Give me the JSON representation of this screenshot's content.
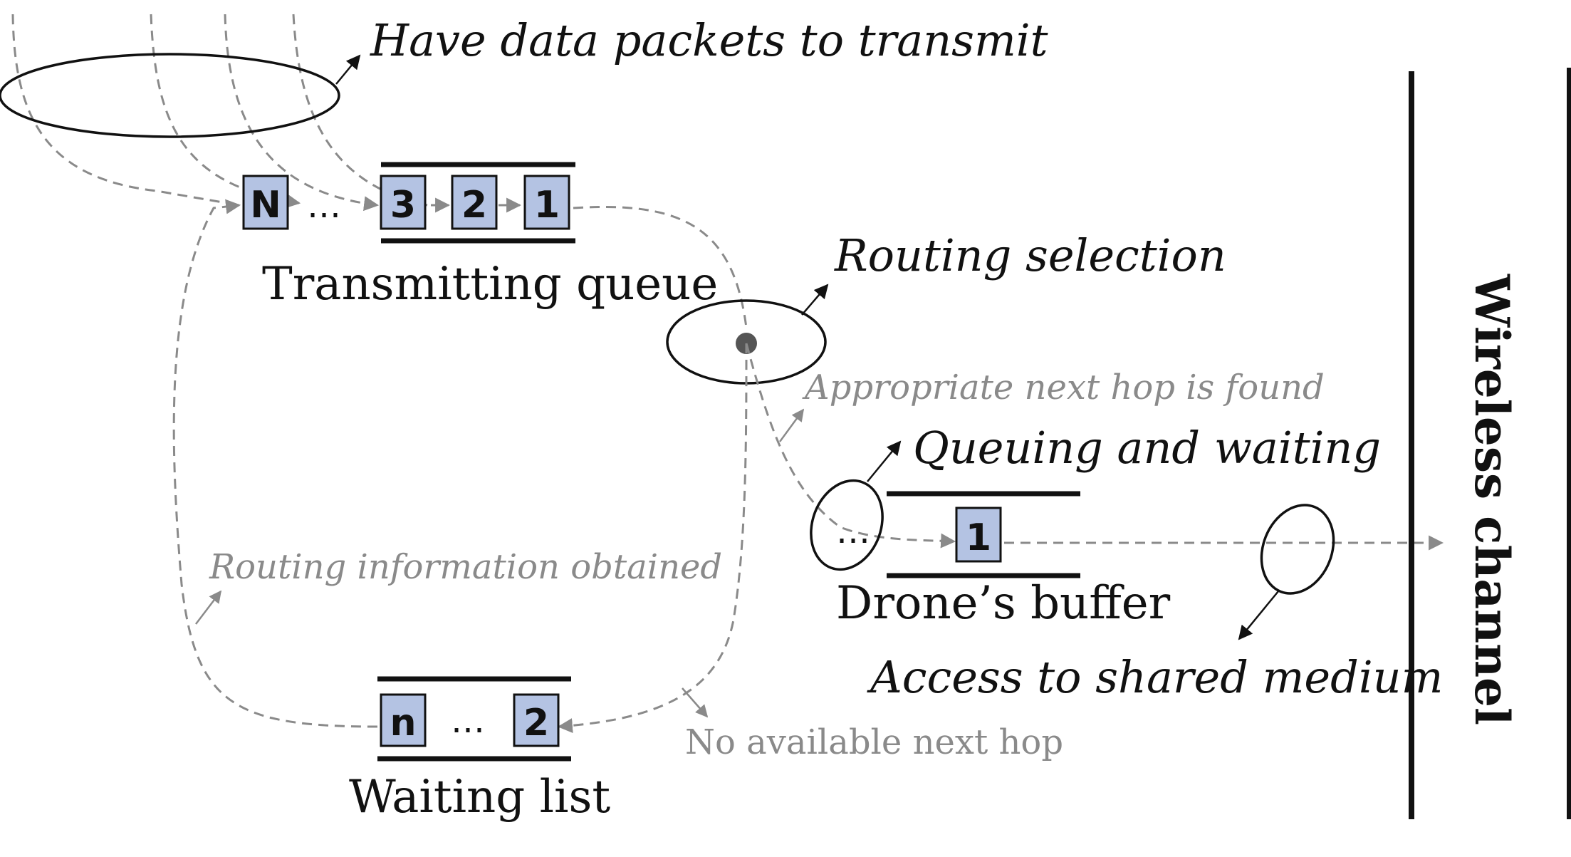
{
  "labels": {
    "have_packets": "Have data packets to transmit",
    "transmitting_queue": "Transmitting queue",
    "routing_selection": "Routing selection",
    "next_hop_found": "Appropriate next hop is found",
    "queuing_waiting": "Queuing and waiting",
    "drones_buffer": "Drone’s buffer",
    "routing_info_obtained": "Routing information obtained",
    "no_next_hop": "No available next hop",
    "access_medium": "Access to shared medium",
    "waiting_list": "Waiting list",
    "wireless_channel": "Wireless channel"
  },
  "transmitting_queue": {
    "first_box": "N",
    "gap": "…",
    "boxes": [
      "3",
      "2",
      "1"
    ]
  },
  "drone_buffer": {
    "gap": "…",
    "box": "1"
  },
  "waiting_list": {
    "first_box": "n",
    "gap": "…",
    "last_box": "2"
  },
  "colors": {
    "packet_fill": "#b4c3e3",
    "flow_line": "#8a8a8a",
    "ink": "#111111"
  }
}
